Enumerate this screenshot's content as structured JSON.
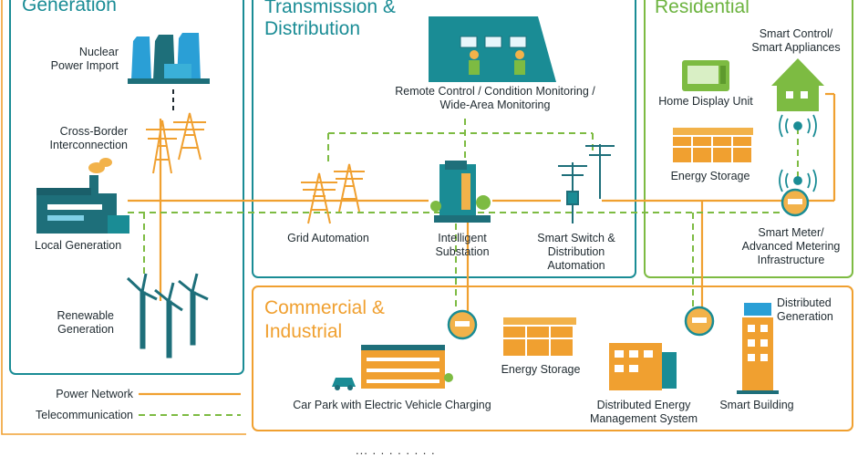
{
  "sections": {
    "generation": "Generation",
    "transmission_line1": "Transmission &",
    "transmission_line2": "Distribution",
    "residential": "Residential",
    "commercial_line1": "Commercial &",
    "commercial_line2": "Industrial"
  },
  "labels": {
    "nuclear_line1": "Nuclear",
    "nuclear_line2": "Power Import",
    "crossborder_line1": "Cross-Border",
    "crossborder_line2": "Interconnection",
    "local_generation": "Local Generation",
    "renewable_line1": "Renewable",
    "renewable_line2": "Generation",
    "remote_line1": "Remote Control / Condition Monitoring /",
    "remote_line2": "Wide-Area Monitoring",
    "grid_automation": "Grid Automation",
    "substation_line1": "Intelligent",
    "substation_line2": "Substation",
    "smartswitch_line1": "Smart Switch &",
    "smartswitch_line2": "Distribution",
    "smartswitch_line3": "Automation",
    "smartcontrol_line1": "Smart Control/",
    "smartcontrol_line2": "Smart Appliances",
    "home_display": "Home Display Unit",
    "energy_storage_res": "Energy Storage",
    "meter_line1": "Smart Meter/",
    "meter_line2": "Advanced Metering",
    "meter_line3": "Infrastructure",
    "energy_storage_com": "Energy Storage",
    "car_park": "Car Park with Electric Vehicle Charging",
    "dems_line1": "Distributed Energy",
    "dems_line2": "Management System",
    "smart_building": "Smart Building",
    "distgen_line1": "Distributed",
    "distgen_line2": "Generation"
  },
  "legend": {
    "power": "Power Network",
    "telecom": "Telecommunication"
  },
  "bottom_text": "... . . . . . . . .",
  "colors": {
    "teal": "#1a8c95",
    "green": "#7dbb42",
    "orange": "#f0a030",
    "dark_teal": "#1e6f7a",
    "blue": "#2a9fd6"
  }
}
